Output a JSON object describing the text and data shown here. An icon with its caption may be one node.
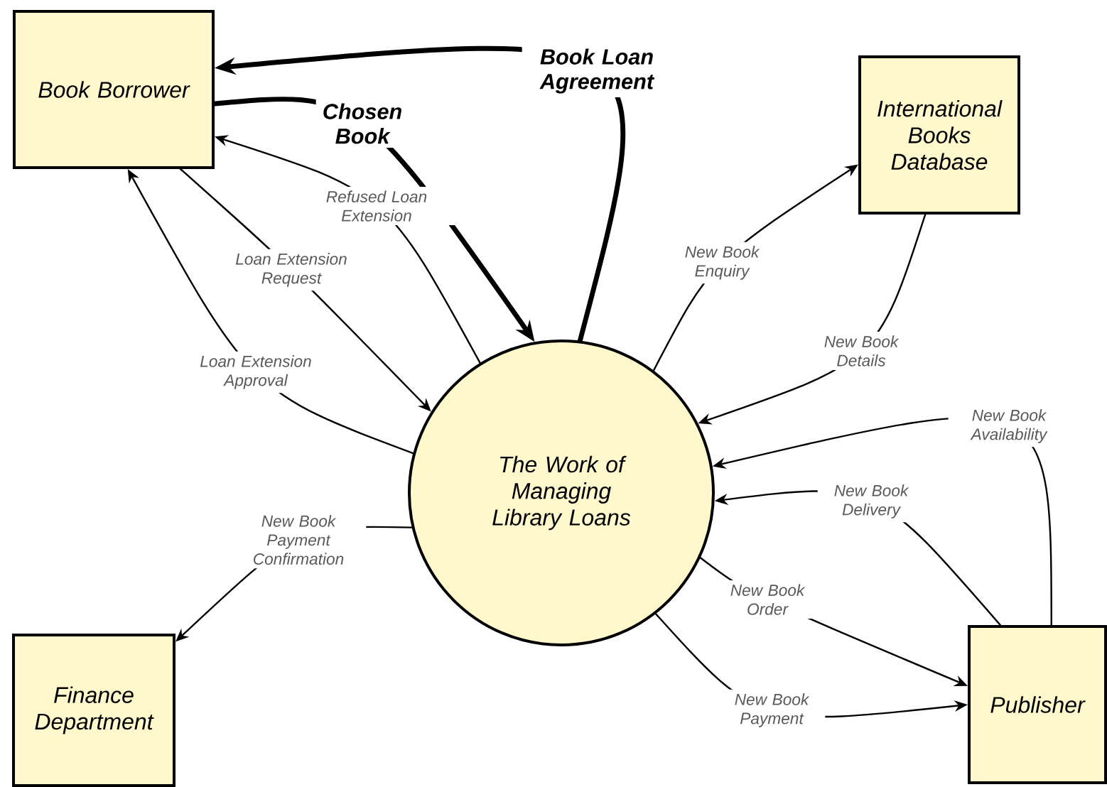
{
  "diagram": {
    "nodes": [
      {
        "text": [
          "Book Borrower"
        ]
      },
      {
        "text": [
          "International Books Database"
        ]
      },
      {
        "text": [
          "The Work of Managing Library Loans"
        ]
      },
      {
        "text": [
          "Finance Department"
        ]
      },
      {
        "text": [
          "Publisher"
        ]
      }
    ],
    "edges": [
      {
        "from": 2,
        "to": 0,
        "arrow": "to",
        "label": "Book Loan Agreement",
        "style": "thick"
      },
      {
        "from": 0,
        "to": 2,
        "arrow": "to",
        "label": "Chosen Book",
        "style": "thick"
      },
      {
        "from": 2,
        "to": 0,
        "arrow": "to",
        "label": "Refused Loan Extension"
      },
      {
        "from": 0,
        "to": 2,
        "arrow": "to",
        "label": "Loan Extension Request"
      },
      {
        "from": 2,
        "to": 0,
        "arrow": "to",
        "label": "Loan Extension Approval"
      },
      {
        "from": 2,
        "to": 1,
        "arrow": "to",
        "label": "New Book Enquiry"
      },
      {
        "from": 1,
        "to": 2,
        "arrow": "to",
        "label": "New Book Details"
      },
      {
        "from": 4,
        "to": 2,
        "arrow": "to",
        "label": "New Book Availability"
      },
      {
        "from": 4,
        "to": 2,
        "arrow": "to",
        "label": "New Book Delivery"
      },
      {
        "from": 2,
        "to": 3,
        "arrow": "to",
        "label": "New Book Payment Confirmation"
      },
      {
        "from": 2,
        "to": 4,
        "arrow": "to",
        "label": "New Book Order"
      },
      {
        "from": 2,
        "to": 4,
        "arrow": "to",
        "label": "New Book Payment"
      }
    ]
  }
}
